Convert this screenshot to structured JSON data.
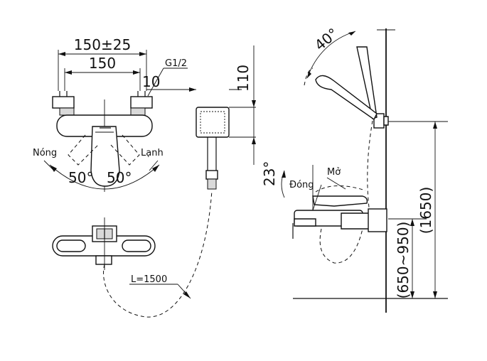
{
  "front_view": {
    "dim_outer": "150±25",
    "dim_inner": "150",
    "thread_label": "G1/2",
    "dim_small": "10",
    "label_hot": "Nóng",
    "label_cold": "Lạnh",
    "angle_left": "50°",
    "angle_right": "50°"
  },
  "shower_head": {
    "dim_height": "110"
  },
  "hose": {
    "length_label": "L=1500"
  },
  "side_view": {
    "angle_top": "40°",
    "angle_lever": "23°",
    "label_close": "Đóng",
    "label_open": "Mở",
    "dim_total": "(1650)",
    "dim_range": "(650~950)"
  }
}
